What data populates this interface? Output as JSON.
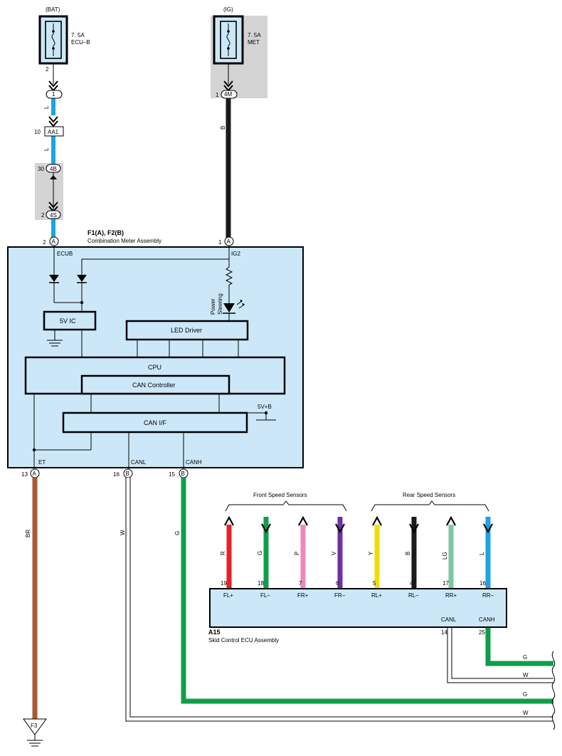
{
  "colors": {
    "module_fill": "#cce8f8",
    "shade_fill": "#d4d4d4",
    "wire_L": "#1ca4e0",
    "wire_B": "#1a1a1a",
    "wire_BR": "#a85a30",
    "wire_G": "#0e9e4a",
    "wire_W": "#ffffff",
    "wire_R": "#e8202a",
    "wire_P": "#ee88bb",
    "wire_V": "#7030a0",
    "wire_Y": "#f5dc00",
    "wire_LG": "#7cc8a0"
  },
  "fuse_bat": {
    "source": "(BAT)",
    "rating": "7. 5A",
    "name": "ECU–B",
    "pin": "2"
  },
  "fuse_ig": {
    "source": "(IG)",
    "rating": "7. 5A",
    "name": "MET"
  },
  "connectors": {
    "c1": {
      "label": "1"
    },
    "aa1": {
      "pin": "10",
      "label": "AA1"
    },
    "c4b": {
      "pin": "30",
      "label": "4B"
    },
    "c4s": {
      "pin": "2",
      "label": "4S"
    },
    "c4m": {
      "pin": "1",
      "label": "4M"
    }
  },
  "wire_labels": {
    "L1": "L",
    "L2": "L",
    "B": "B",
    "BR": "BR",
    "W": "W",
    "G": "G"
  },
  "meter": {
    "ref": "F1(A), F2(B)",
    "name": "Combination Meter Assembly",
    "pin_ecub_num": "2",
    "pin_ecub_letter": "A",
    "ecub": "ECUB",
    "pin_ig2_num": "1",
    "pin_ig2_letter": "A",
    "ig2": "IG2",
    "power_steering": [
      "Power",
      "Steering"
    ],
    "ic_5v": "5V IC",
    "led_driver": "LED Driver",
    "cpu": "CPU",
    "can_controller": "CAN Controller",
    "can_if": "CAN I/F",
    "v5b": "5V+B",
    "et": "ET",
    "canl": "CANL",
    "canh": "CANH",
    "pin_et_num": "13",
    "pin_et_letter": "A",
    "pin_canl_num": "16",
    "pin_canl_letter": "B",
    "pin_canh_num": "15",
    "pin_canh_letter": "B"
  },
  "ground": {
    "label": "F3"
  },
  "sensor_groups": {
    "front": "Front Speed Sensors",
    "rear": "Rear Speed Sensors"
  },
  "skid_ecu": {
    "ref": "A15",
    "name": "Skid Control ECU Assembly",
    "canl": "CANL",
    "canh": "CANH",
    "canl_pin": "14",
    "canh_pin": "25",
    "pins": [
      {
        "wire": "R",
        "num": "19",
        "name": "FL+",
        "color": "#e8202a",
        "dir": "up"
      },
      {
        "wire": "G",
        "num": "18",
        "name": "FL–",
        "color": "#0e9e4a",
        "dir": "down"
      },
      {
        "wire": "P",
        "num": "7",
        "name": "FR+",
        "color": "#ee88bb",
        "dir": "up"
      },
      {
        "wire": "V",
        "num": "6",
        "name": "FR–",
        "color": "#7030a0",
        "dir": "down"
      },
      {
        "wire": "Y",
        "num": "5",
        "name": "RL+",
        "color": "#f5dc00",
        "dir": "up"
      },
      {
        "wire": "B",
        "num": "4",
        "name": "RL–",
        "color": "#1a1a1a",
        "dir": "down"
      },
      {
        "wire": "LG",
        "num": "17",
        "name": "RR+",
        "color": "#7cc8a0",
        "dir": "up"
      },
      {
        "wire": "L",
        "num": "16",
        "name": "RR–",
        "color": "#1ca4e0",
        "dir": "down"
      }
    ]
  },
  "bus_labels": {
    "g1": "G",
    "w1": "W",
    "g2": "G",
    "w2": "W"
  }
}
